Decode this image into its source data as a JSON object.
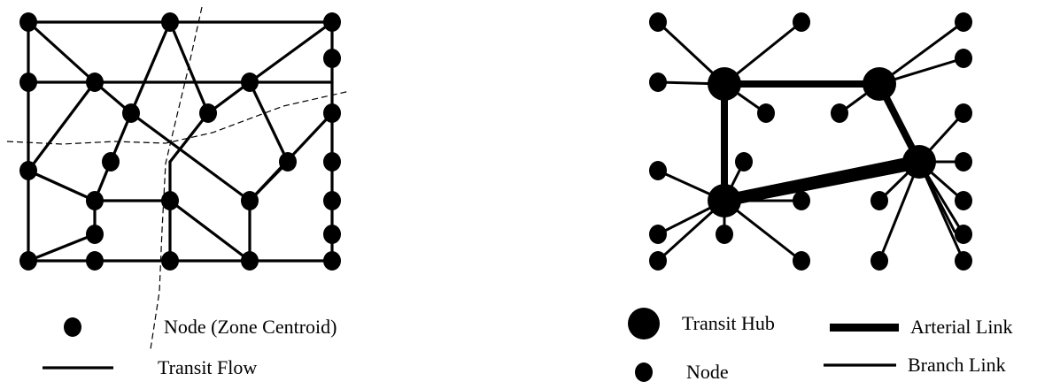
{
  "colors": {
    "ink": "#000000",
    "background": "#ffffff"
  },
  "left_diagram": {
    "legend": {
      "node_label": "Node (Zone Centroid)",
      "flow_label": "Transit Flow"
    }
  },
  "right_diagram": {
    "legend": {
      "hub_label": "Transit Hub",
      "node_label": "Node",
      "arterial_label": "Arterial Link",
      "branch_label": "Branch Link"
    }
  }
}
